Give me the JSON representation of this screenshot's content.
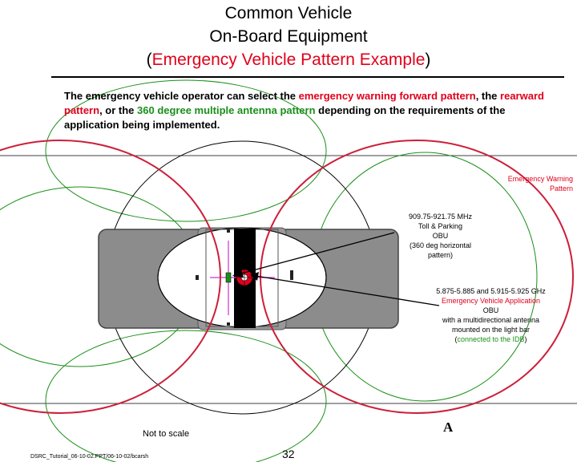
{
  "title": {
    "line1": "Common Vehicle",
    "line2": "On-Board Equipment",
    "line3_open": "(",
    "line3_main": "Emergency Vehicle Pattern Example",
    "line3_close": ")"
  },
  "body": {
    "t1": "The emergency vehicle operator can select the ",
    "t2": "emergency warning forward pattern",
    "t3": ", the ",
    "t4": "rearward pattern",
    "t5": ", or the ",
    "t6": "360 degree multiple antenna pattern",
    "t7": " depending on the requirements of the application being implemented."
  },
  "annotations": {
    "warning_line1": "Emergency Warning",
    "warning_line2": "Pattern",
    "toll_line1": "909.75-921.75 MHz",
    "toll_line2": "Toll & Parking",
    "toll_line3": "OBU",
    "toll_line4": "(360 deg horizontal",
    "toll_line5": "pattern)",
    "dsrc_line1": "5.875-5.885 and 5.915-5.925 GHz",
    "dsrc_line2": "Emergency Vehicle Application",
    "dsrc_line3": "OBU",
    "dsrc_line4": "with a multidirectional antenna",
    "dsrc_line5": "mounted on the light bar",
    "dsrc_line6_open": "(",
    "dsrc_line6_green": "connected to the IDB",
    "dsrc_line6_close": ")"
  },
  "scale_note": "Not to scale",
  "letter": "A",
  "footer": "DSRC_Tutorial_06-10-02.PPT/06-10-02/bcarsh",
  "page_number": "32",
  "colors": {
    "red": "#e0001b",
    "green": "#1a8f1a",
    "vehicle_gray": "#8c8c8c",
    "magenta": "#cc33cc"
  }
}
